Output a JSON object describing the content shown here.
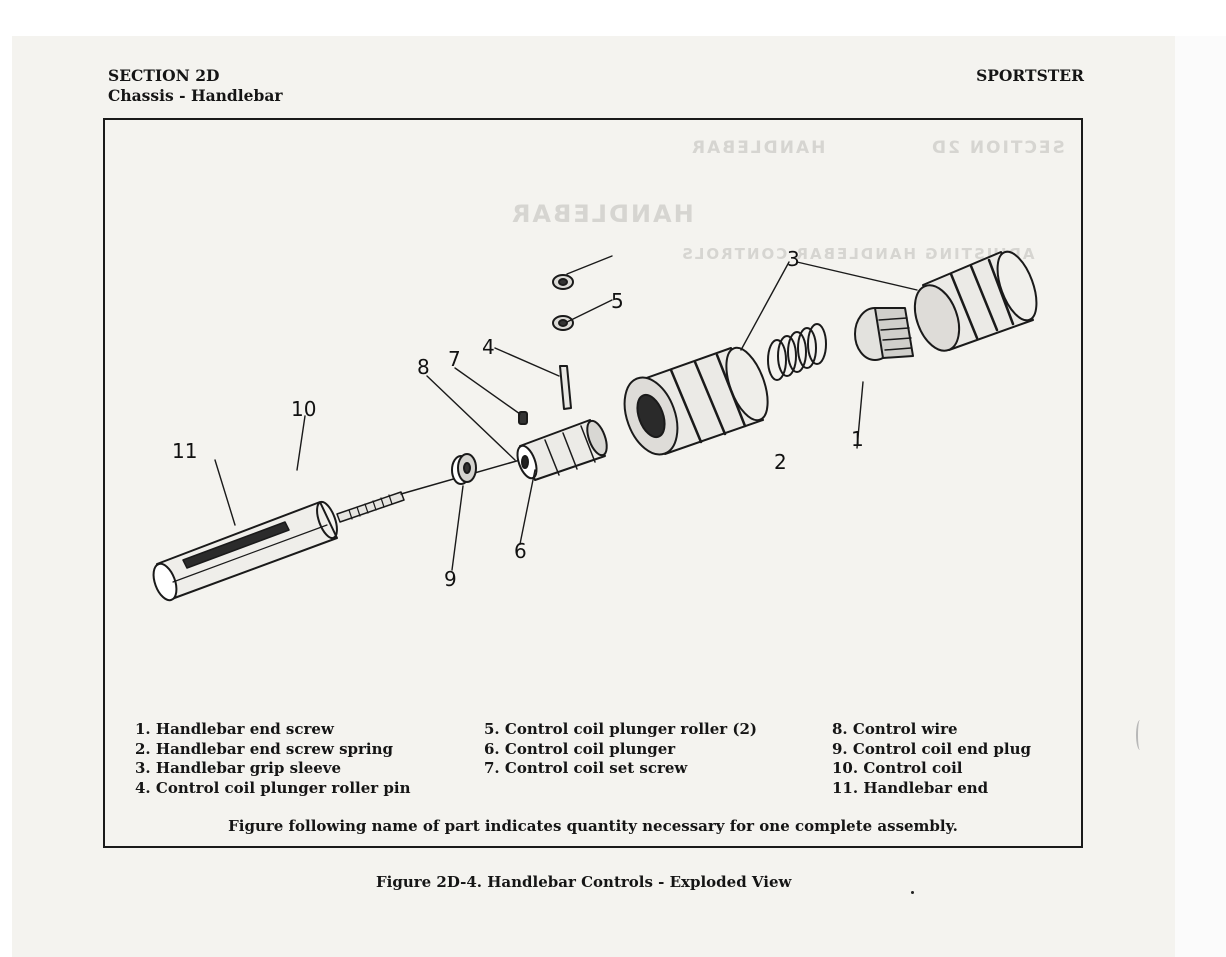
{
  "header": {
    "section": "SECTION 2D",
    "subsection": "Chassis - Handlebar",
    "model": "SPORTSTER"
  },
  "callouts": [
    "1",
    "2",
    "3",
    "4",
    "5",
    "6",
    "7",
    "8",
    "9",
    "10",
    "11"
  ],
  "legend": [
    {
      "number": "1.",
      "name": "Handlebar end screw"
    },
    {
      "number": "2.",
      "name": "Handlebar end screw spring"
    },
    {
      "number": "3.",
      "name": "Handlebar grip sleeve"
    },
    {
      "number": "4.",
      "name": "Control coil plunger roller pin"
    },
    {
      "number": "5.",
      "name": "Control coil plunger roller (2)"
    },
    {
      "number": "6.",
      "name": "Control coil plunger"
    },
    {
      "number": "7.",
      "name": "Control coil set screw"
    },
    {
      "number": "8.",
      "name": "Control wire"
    },
    {
      "number": "9.",
      "name": "Control coil end plug"
    },
    {
      "number": "10.",
      "name": "Control coil"
    },
    {
      "number": "11.",
      "name": "Handlebar end"
    }
  ],
  "note": "Figure following name of part indicates quantity necessary for one complete assembly.",
  "caption": "Figure 2D-4. Handlebar Controls - Exploded View",
  "colors": {
    "paper": "#f4f3ef",
    "ink": "#151515",
    "bleed_through": "#d6d5d1"
  }
}
